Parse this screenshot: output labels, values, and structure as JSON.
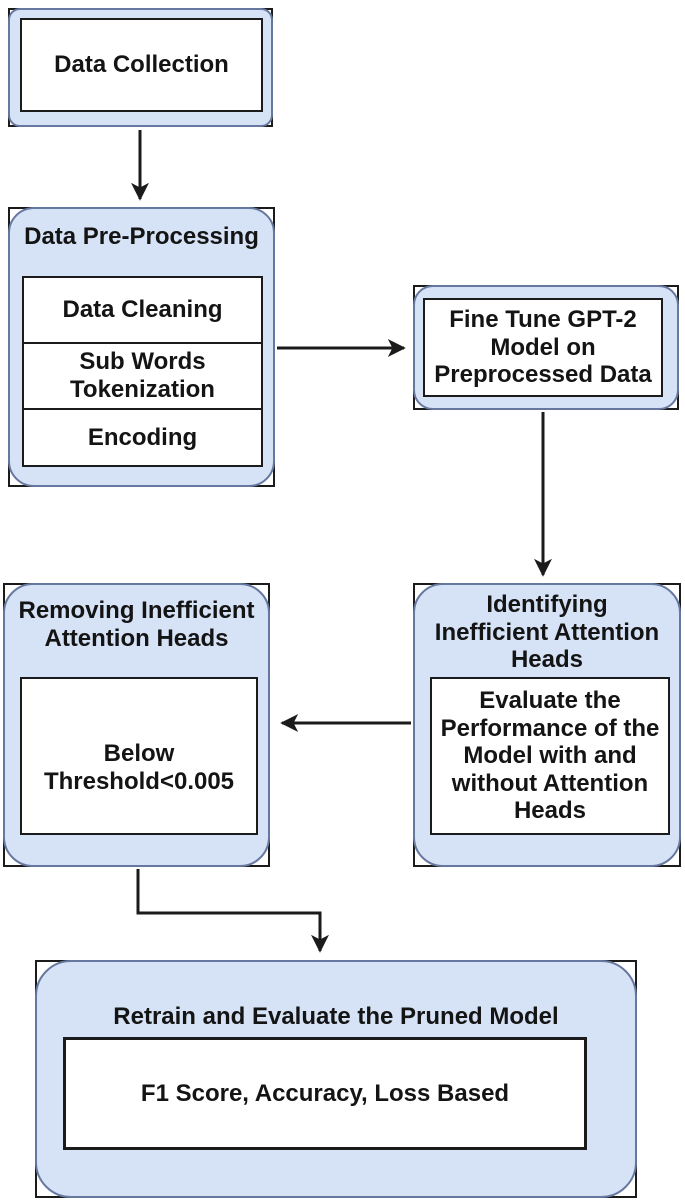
{
  "colors": {
    "node_fill": "#d6e2f5",
    "node_stroke": "#66789f",
    "frame_stroke": "#1b1b1b",
    "arrow_color": "#1b1b1b",
    "inner_fill": "#ffffff",
    "text_color": "#141414"
  },
  "diagram": {
    "type": "flowchart",
    "nodes": {
      "data_collection": {
        "label": "Data Collection"
      },
      "data_preprocessing": {
        "title": "Data Pre-Processing",
        "steps": [
          "Data Cleaning",
          "Sub Words Tokenization",
          "Encoding"
        ]
      },
      "fine_tune": {
        "label": "Fine Tune GPT-2 Model on Preprocessed Data"
      },
      "identifying_heads": {
        "title": "Identifying Inefficient Attention Heads",
        "detail": "Evaluate the Performance of the Model with and without Attention Heads"
      },
      "removing_heads": {
        "title": "Removing Inefficient Attention Heads",
        "detail": "Below Threshold<0.005"
      },
      "retrain": {
        "title": "Retrain and Evaluate the Pruned Model",
        "detail": "F1 Score, Accuracy, Loss Based"
      }
    },
    "edges": [
      {
        "from": "data_collection",
        "to": "data_preprocessing",
        "direction": "down"
      },
      {
        "from": "data_preprocessing",
        "to": "fine_tune",
        "direction": "right"
      },
      {
        "from": "fine_tune",
        "to": "identifying_heads",
        "direction": "down"
      },
      {
        "from": "identifying_heads",
        "to": "removing_heads",
        "direction": "left"
      },
      {
        "from": "removing_heads",
        "to": "retrain",
        "direction": "down-right-down"
      }
    ]
  }
}
